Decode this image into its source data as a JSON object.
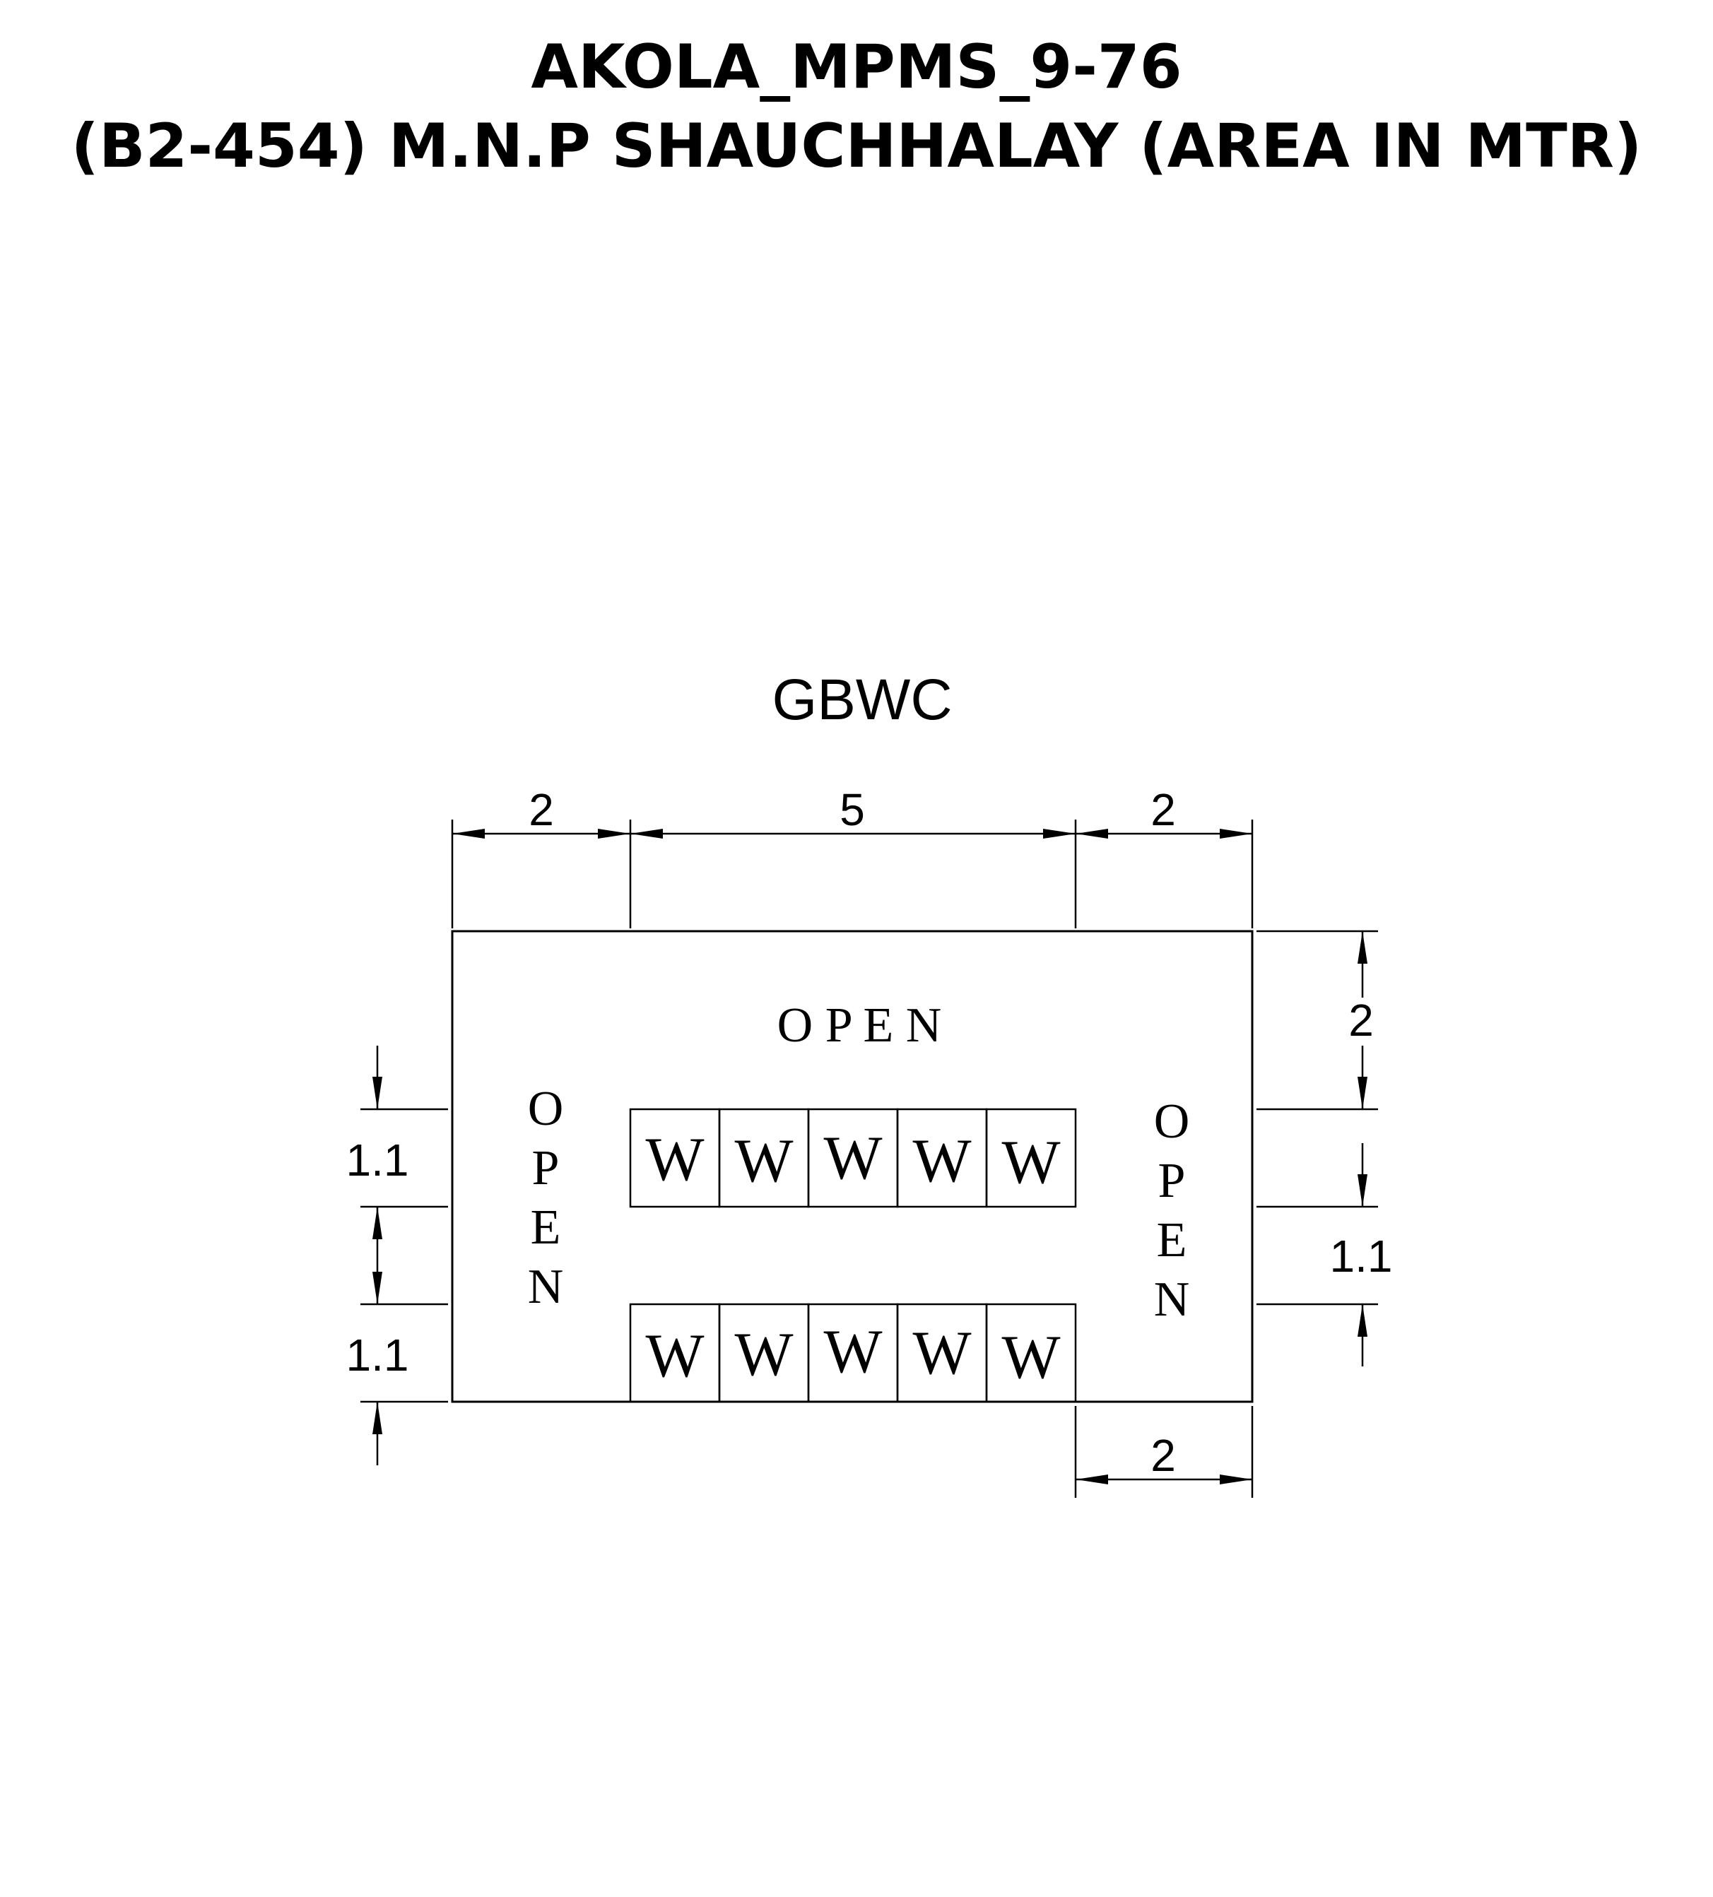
{
  "title": {
    "line1": "AKOLA_MPMS_9-76",
    "line2": "(B2-454) M.N.P SHAUCHHALAY (AREA IN MTR)"
  },
  "plan": {
    "name": "GBWC",
    "open_top": "O P E N",
    "open_left": [
      "O",
      "P",
      "E",
      "N"
    ],
    "open_right": [
      "O",
      "P",
      "E",
      "N"
    ],
    "wc_top_row": [
      "W",
      "W",
      "W",
      "W",
      "W"
    ],
    "wc_bottom_row": [
      "W",
      "W",
      "W",
      "W",
      "W"
    ]
  },
  "dimensions": {
    "top_left": "2",
    "top_middle": "5",
    "top_right": "2",
    "right_upper": "2",
    "right_lower": "1.1",
    "left_upper": "1.1",
    "left_lower": "1.1",
    "bottom_right": "2"
  },
  "colors": {
    "ink": "#000000",
    "paper": "#ffffff"
  }
}
